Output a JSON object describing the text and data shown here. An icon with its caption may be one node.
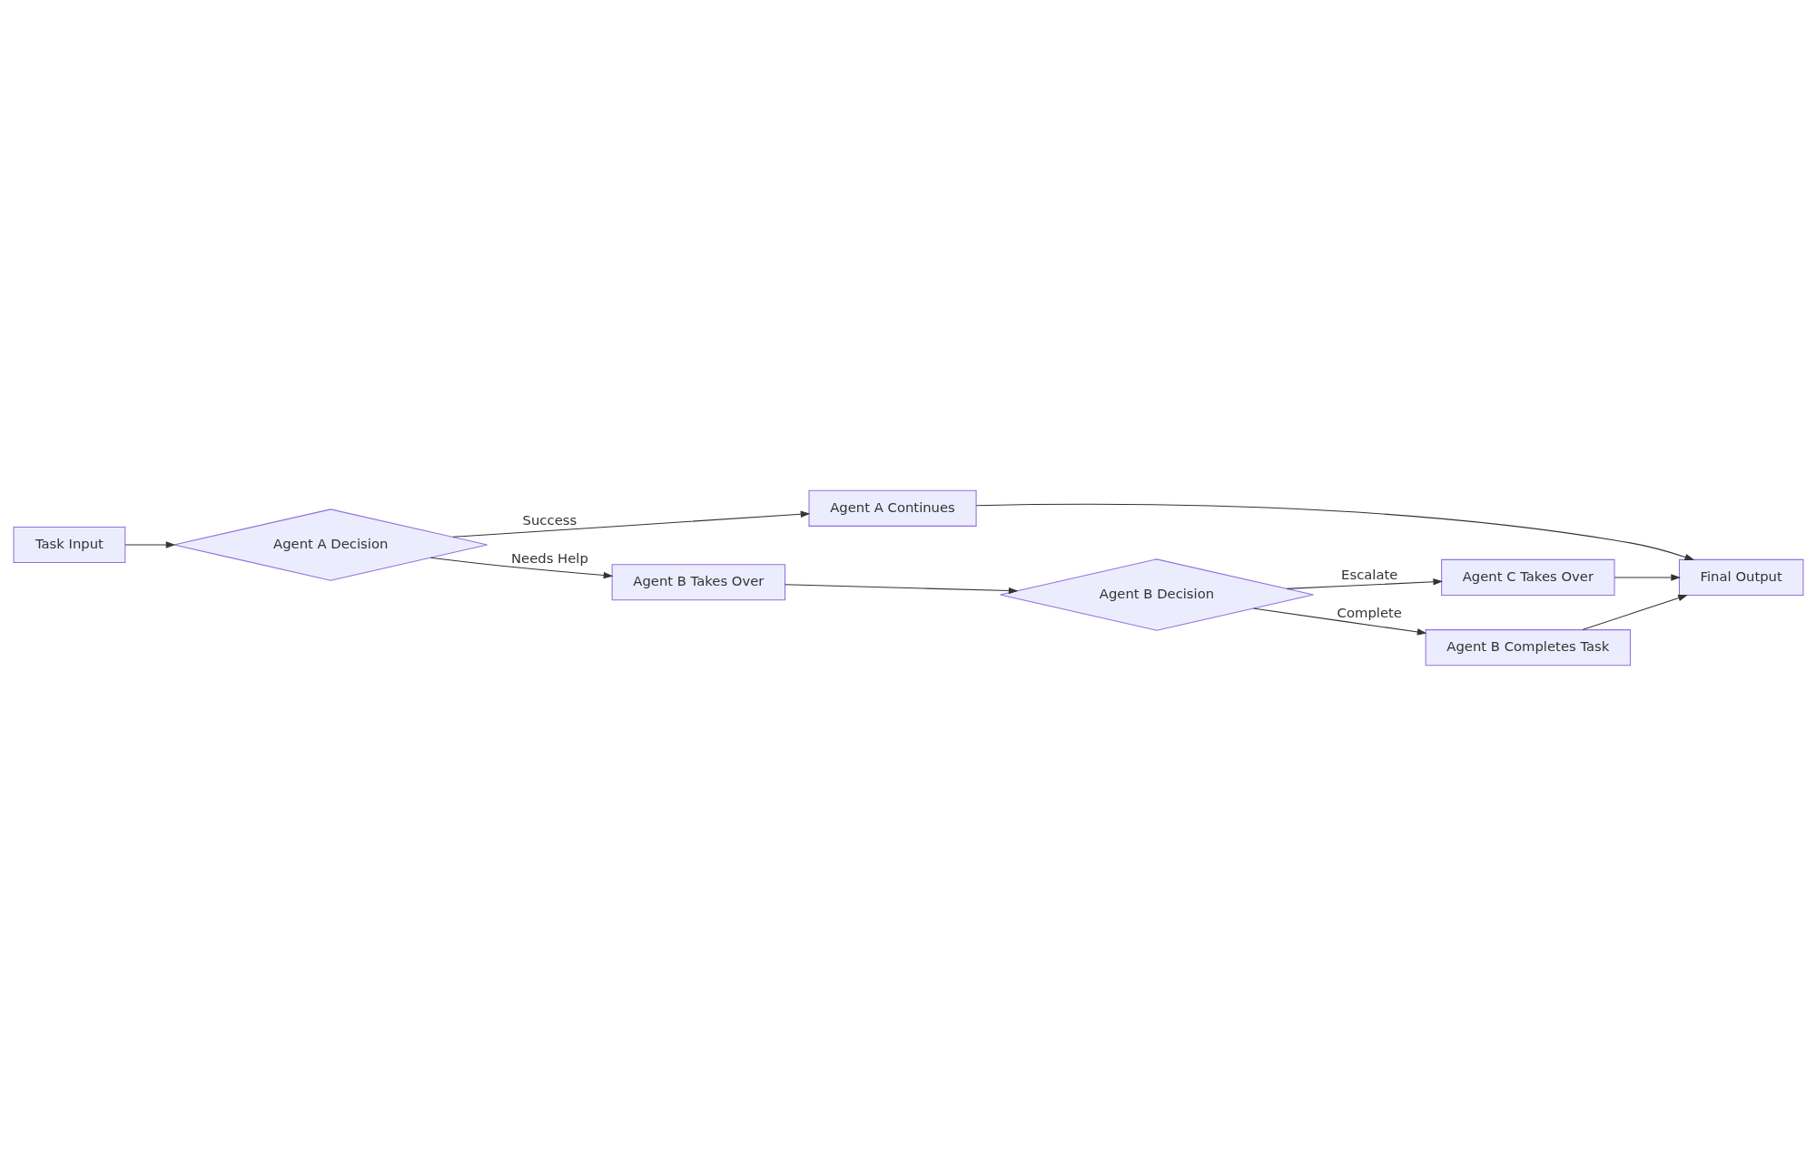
{
  "diagram": {
    "nodes": [
      {
        "text": [
          "Task Input"
        ]
      },
      {
        "text": [
          "Agent A Decision"
        ]
      },
      {
        "text": [
          "Agent A Continues"
        ]
      },
      {
        "text": [
          "Agent B Takes Over"
        ]
      },
      {
        "text": [
          "Agent B Decision"
        ]
      },
      {
        "text": [
          "Agent C Takes Over"
        ]
      },
      {
        "text": [
          "Agent B Completes Task"
        ]
      },
      {
        "text": [
          "Final Output"
        ]
      }
    ],
    "edges": [
      {
        "from": 0,
        "to": 1,
        "arrow": "to"
      },
      {
        "from": 1,
        "to": 2,
        "arrow": "to",
        "label": "Success"
      },
      {
        "from": 1,
        "to": 3,
        "arrow": "to",
        "label": "Needs Help"
      },
      {
        "from": 3,
        "to": 4,
        "arrow": "to"
      },
      {
        "from": 4,
        "to": 5,
        "arrow": "to",
        "label": "Escalate"
      },
      {
        "from": 4,
        "to": 6,
        "arrow": "to",
        "label": "Complete"
      },
      {
        "from": 2,
        "to": 7,
        "arrow": "to"
      },
      {
        "from": 5,
        "to": 7,
        "arrow": "to"
      },
      {
        "from": 6,
        "to": 7,
        "arrow": "to"
      }
    ]
  }
}
